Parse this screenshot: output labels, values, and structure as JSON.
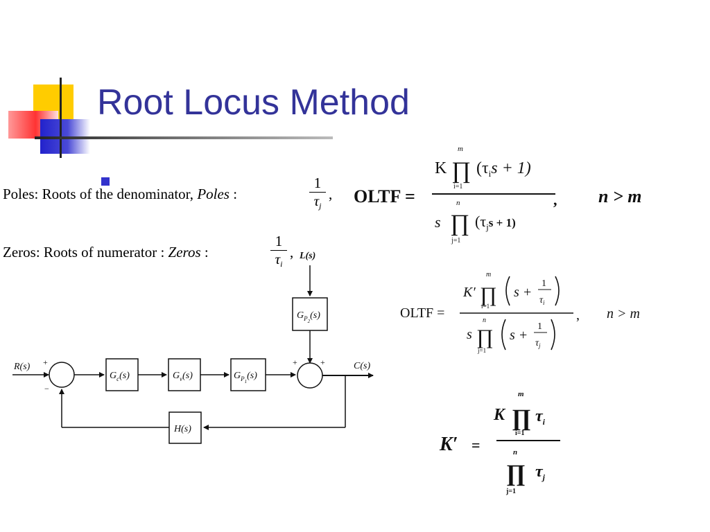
{
  "slide": {
    "title": "Root Locus Method"
  },
  "text": {
    "poles_prefix": "Poles: Roots of the denominator, ",
    "poles_italic": "Poles",
    "poles_colon": " : ",
    "frac_num": "1",
    "frac_den_j": "τ",
    "sub_j": "j",
    "comma": ",",
    "zeros_prefix": "Zeros: Roots of numerator : ",
    "zeros_italic": "Zeros",
    "zeros_colon": " : ",
    "sub_i": "i"
  },
  "eq1": {
    "lhs": "OLTF =",
    "num_K": "K",
    "prod": "∏",
    "prod_top_m": "m",
    "prod_bot_i": "i=1",
    "num_factor": "(τ",
    "num_factor_sub": "i",
    "num_factor_rest": "s + 1)",
    "den_s": "s",
    "prod_top_n": "n",
    "prod_bot_j": "j=1",
    "den_factor": "(τ",
    "den_factor_sub": "j",
    "den_factor_rest": "s + 1)",
    "trail": ",",
    "cond": "n > m"
  },
  "eq2": {
    "lhs": "OLTF =",
    "num_K": "K′",
    "prod": "∏",
    "prod_top_m": "m",
    "prod_bot_i": "i=1",
    "num_s": "s +",
    "one": "1",
    "tau_i": "τ",
    "sub_i": "i",
    "den_s": "s",
    "prod_top_n": "n",
    "prod_bot_j": "j=1",
    "den_s2": "s +",
    "tau_j": "τ",
    "sub_j": "j",
    "trail": ",",
    "cond": "n > m"
  },
  "eq3": {
    "lhs": "K′",
    "eq": "=",
    "K": "K",
    "prod": "∏",
    "prod_top_m": "m",
    "prod_bot_i": "i=1",
    "tau": "τ",
    "sub_i": "i",
    "prod_top_n": "n",
    "prod_bot_j": "j=1",
    "sub_j": "j"
  },
  "diagram": {
    "R": "R(s)",
    "C": "C(s)",
    "L": "L(s)",
    "Gc": "G",
    "Gc_sub": "c",
    "Gv": "G",
    "Gv_sub": "v",
    "GP1": "G",
    "GP1_sub": "P",
    "GP1_sub2": "1",
    "GP2": "G",
    "GP2_sub": "P",
    "GP2_sub2": "2",
    "s_arg": "(s)",
    "H": "H(s)",
    "plus": "+",
    "minus": "−"
  }
}
